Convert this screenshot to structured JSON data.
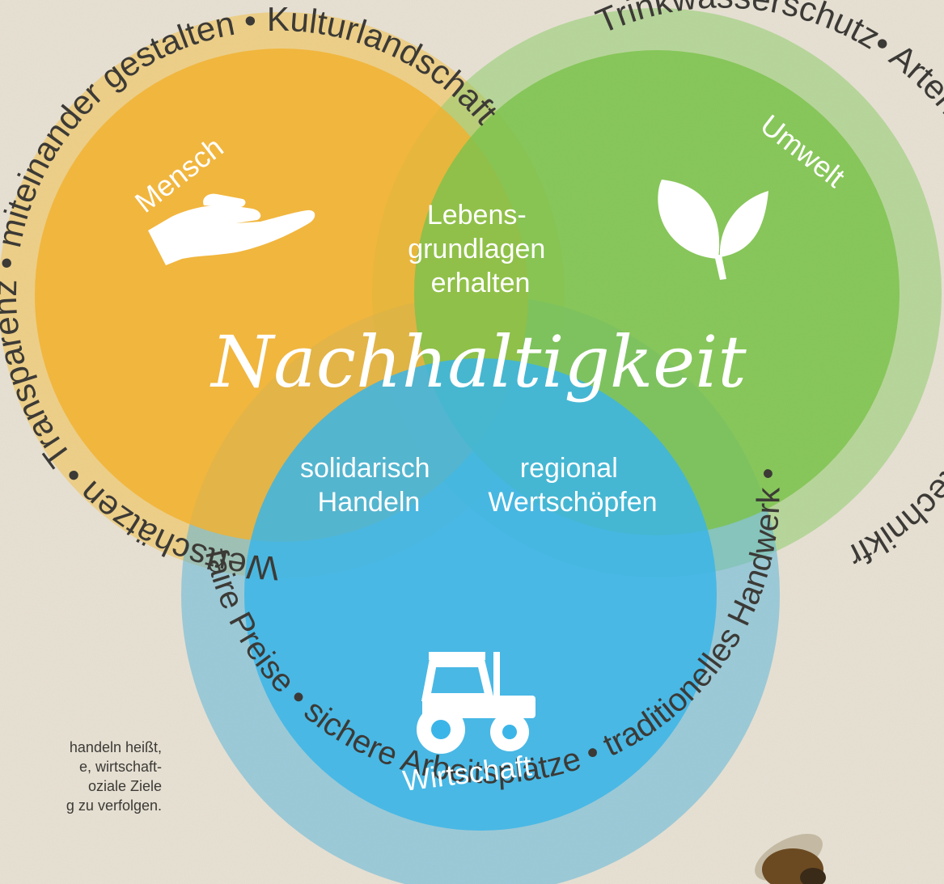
{
  "title": "Nachhaltigkeit",
  "circles": {
    "mensch": {
      "label": "Mensch",
      "ring_text": "Wertschätzen • Transparenz • miteinander gestalten • Kulturlandschaft",
      "color": "#f2b12e",
      "ring_color": "#f0c04a"
    },
    "umwelt": {
      "label": "Umwelt",
      "ring_text": "Trinkwasserschutz• Artenvielfalt• Klimaschutz• gentechnikfrei",
      "color": "#7dc24c",
      "ring_color": "#8fcc6b"
    },
    "wirtschaft": {
      "label": "Wirtschaft",
      "ring_text": "faire Preise • sichere Arbeitsplätze • traditionelles Handwerk • bäuerliche Strukturen",
      "color": "#3bb5e8",
      "ring_color": "#5fb6d9"
    }
  },
  "intersections": {
    "mensch_umwelt": [
      "Lebens-",
      "grundlagen",
      "erhalten"
    ],
    "mensch_wirtschaft": [
      "solidarisch",
      "Handeln"
    ],
    "umwelt_wirtschaft": [
      "regional",
      "Wertschöpfen"
    ]
  },
  "side_note": [
    "handeln heißt,",
    "e, wirtschaft-",
    "oziale Ziele",
    "g zu verfolgen."
  ],
  "icons": [
    "hand-icon",
    "sprout-icon",
    "tractor-icon",
    "bee-icon"
  ]
}
